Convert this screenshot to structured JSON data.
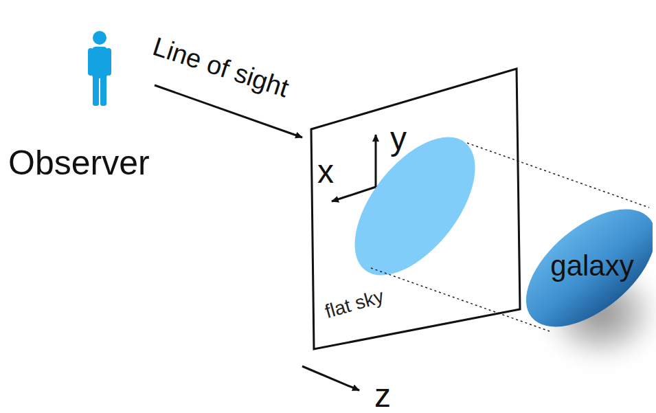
{
  "diagram": {
    "nodes": [
      {
        "text": [
          "flat sky"
        ]
      },
      {
        "text": [
          "galaxy"
        ]
      }
    ],
    "labels": [
      "Line of sight",
      "Observer",
      "x",
      "y",
      "z"
    ]
  }
}
